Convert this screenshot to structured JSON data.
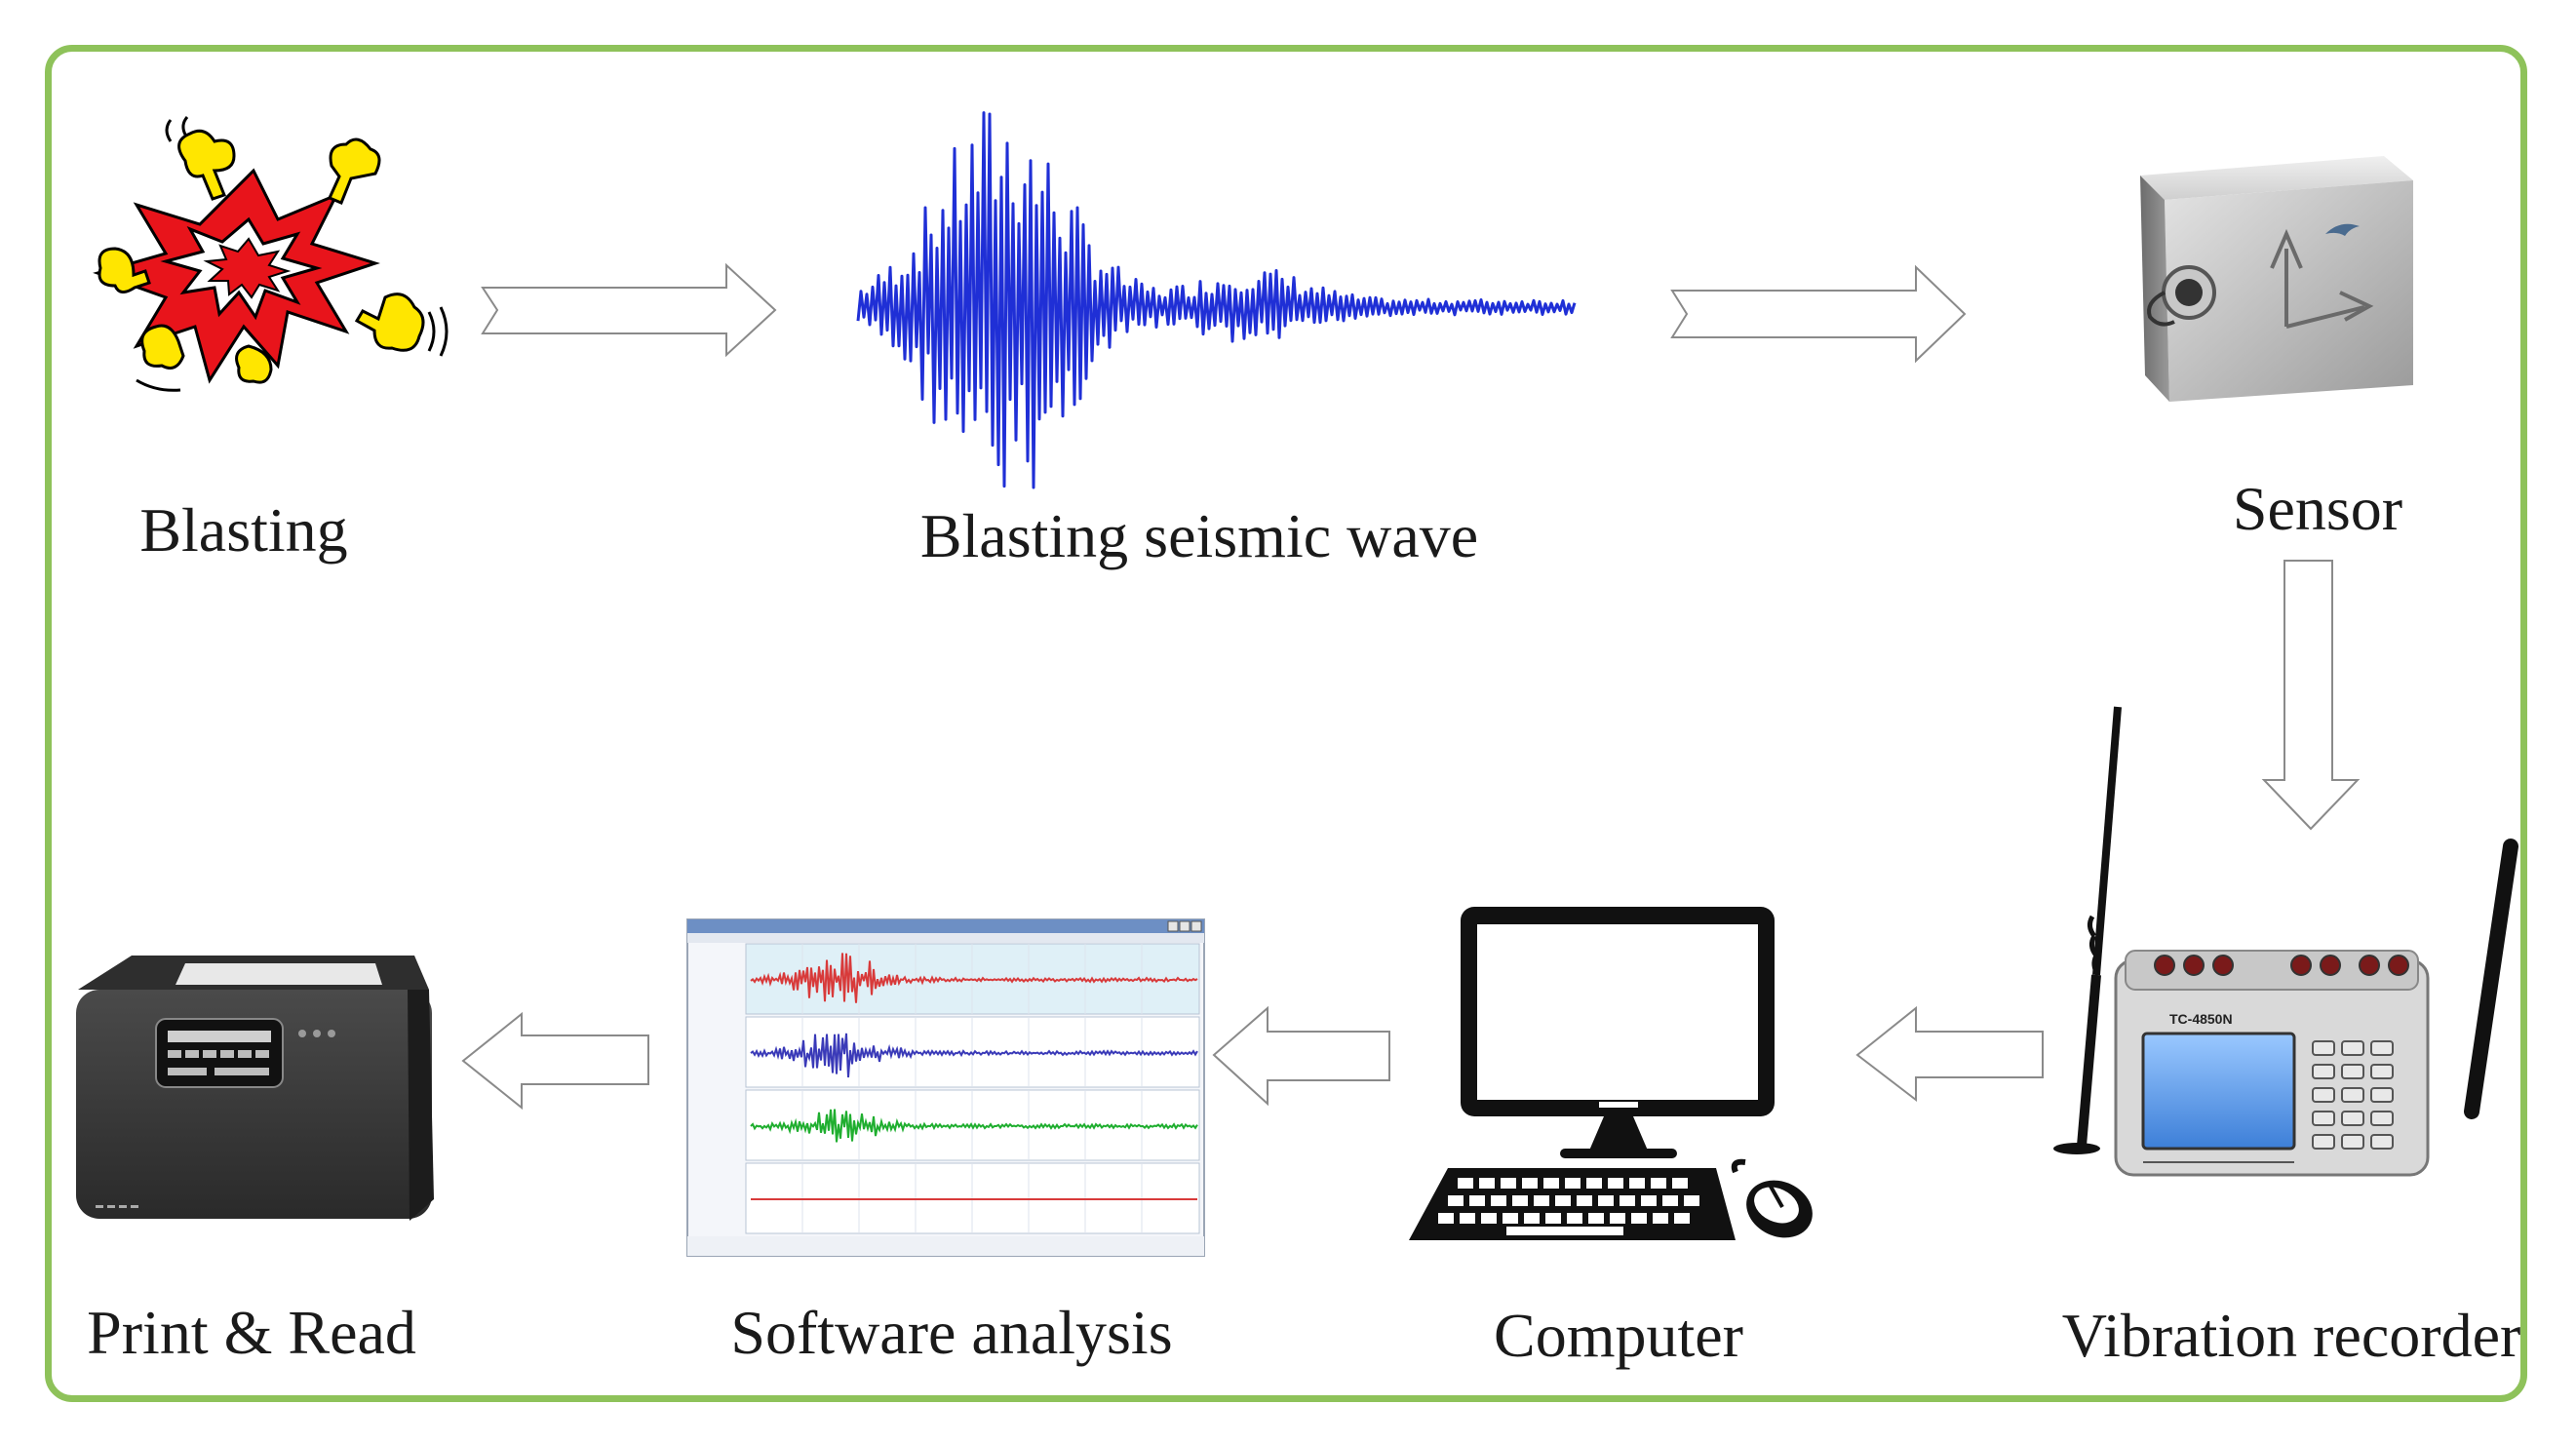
{
  "diagram": {
    "nodes": {
      "blasting": {
        "label": "Blasting"
      },
      "wave": {
        "label": "Blasting seismic wave"
      },
      "sensor": {
        "label": "Sensor"
      },
      "recorder": {
        "label": "Vibration recorder",
        "device_text": "TC-4850N"
      },
      "computer": {
        "label": "Computer"
      },
      "software": {
        "label": "Software analysis"
      },
      "print": {
        "label": "Print & Read"
      }
    },
    "edges": [
      {
        "from": "blasting",
        "to": "wave"
      },
      {
        "from": "wave",
        "to": "sensor"
      },
      {
        "from": "sensor",
        "to": "recorder"
      },
      {
        "from": "recorder",
        "to": "computer"
      },
      {
        "from": "computer",
        "to": "software"
      },
      {
        "from": "software",
        "to": "print"
      }
    ],
    "colors": {
      "frame": "#8ec25a",
      "wave": "#1f2fd6",
      "explosion_red": "#e8141b",
      "explosion_yellow": "#ffe600",
      "trace_red": "#d83a3a",
      "trace_blue": "#3a3ab8",
      "trace_green": "#1fae2f"
    }
  }
}
